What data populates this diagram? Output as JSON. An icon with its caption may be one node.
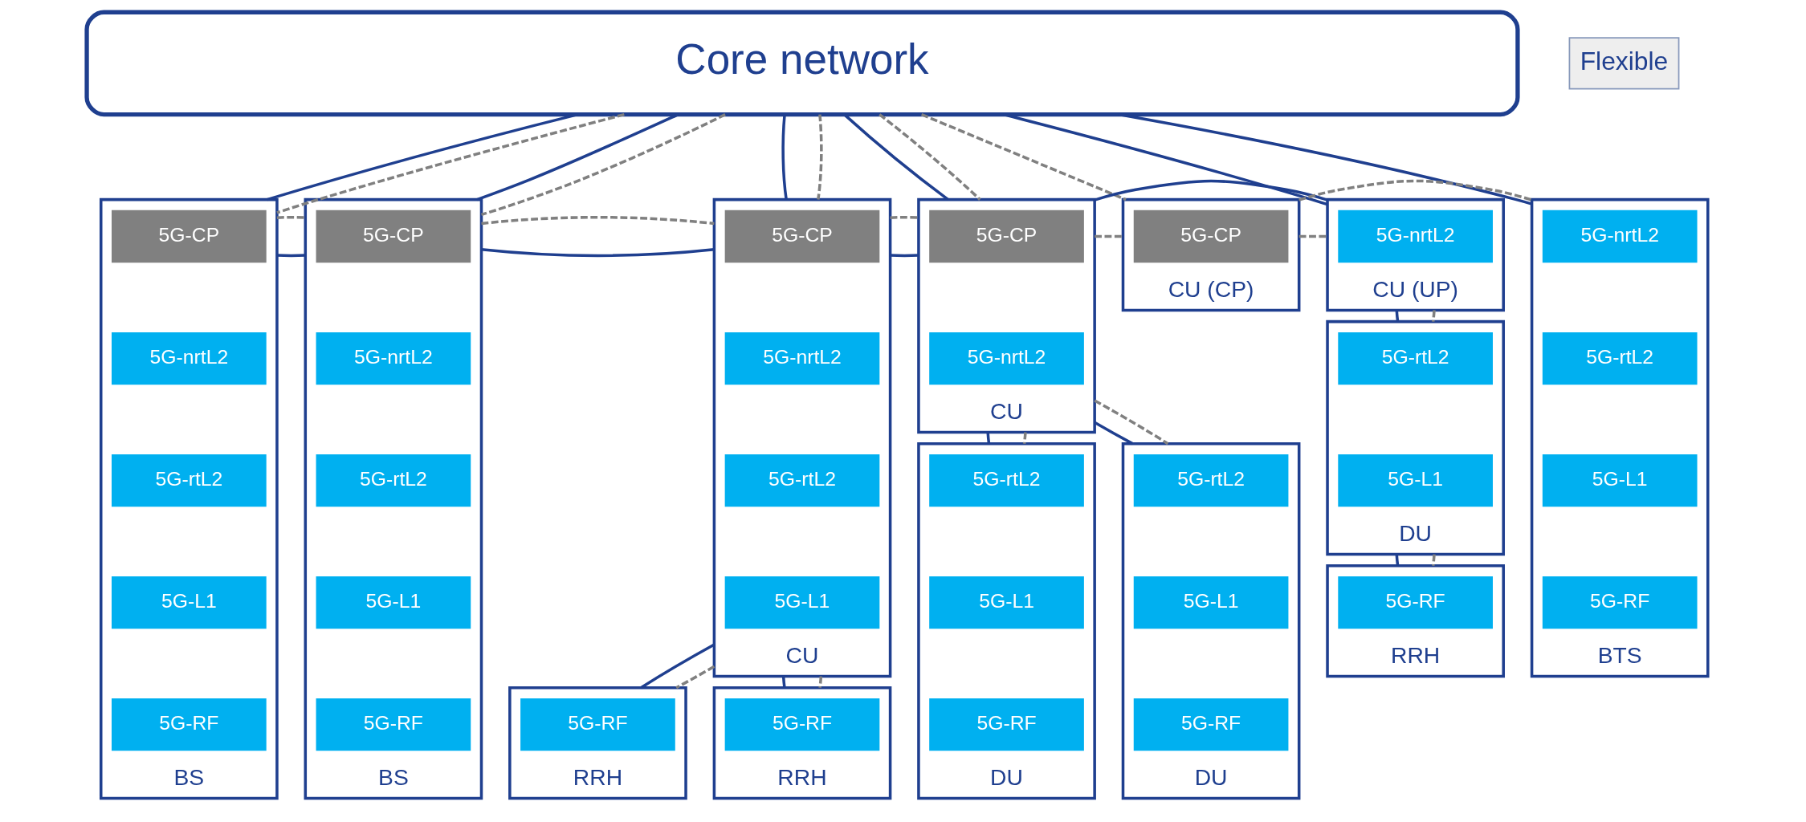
{
  "diagram": {
    "nodes": [
      {
        "text": [
          "Core network"
        ]
      },
      {
        "text": [],
        "shape": "box",
        "beside": [
          "BS"
        ]
      },
      {
        "text": [
          "5G-CP"
        ],
        "in": 1
      },
      {
        "text": [
          "5G-nrtL2"
        ],
        "in": 1
      },
      {
        "text": [
          "5G-rtL2"
        ],
        "in": 1
      },
      {
        "text": [
          "5G-L1"
        ],
        "in": 1
      },
      {
        "text": [
          "5G-RF"
        ],
        "in": 1
      },
      {
        "text": [],
        "shape": "box",
        "beside": [
          "BS"
        ]
      },
      {
        "text": [
          "5G-CP"
        ],
        "in": 7
      },
      {
        "text": [
          "5G-nrtL2"
        ],
        "in": 7
      },
      {
        "text": [
          "5G-rtL2"
        ],
        "in": 7
      },
      {
        "text": [
          "5G-L1"
        ],
        "in": 7
      },
      {
        "text": [
          "5G-RF"
        ],
        "in": 7
      },
      {
        "text": [],
        "shape": "box",
        "beside": [
          "CU"
        ]
      },
      {
        "text": [
          "5G-CP"
        ],
        "in": 13
      },
      {
        "text": [
          "5G-nrtL2"
        ],
        "in": 13
      },
      {
        "text": [
          "5G-rtL2"
        ],
        "in": 13
      },
      {
        "text": [
          "5G-L1"
        ],
        "in": 13
      },
      {
        "text": [],
        "shape": "box",
        "beside": [
          "RRH"
        ]
      },
      {
        "text": [
          "5G-RF"
        ],
        "in": 18
      },
      {
        "text": [],
        "shape": "box",
        "beside": [
          "RRH"
        ]
      },
      {
        "text": [
          "5G-RF"
        ],
        "in": 20
      },
      {
        "text": [],
        "shape": "box",
        "beside": [
          "CU"
        ]
      },
      {
        "text": [
          "5G-CP"
        ],
        "in": 22
      },
      {
        "text": [
          "5G-nrtL2"
        ],
        "in": 22
      },
      {
        "text": [],
        "shape": "box",
        "beside": [
          "DU"
        ]
      },
      {
        "text": [
          "5G-rtL2"
        ],
        "in": 25
      },
      {
        "text": [
          "5G-L1"
        ],
        "in": 25
      },
      {
        "text": [
          "5G-RF"
        ],
        "in": 25
      },
      {
        "text": [
          "Flexible"
        ]
      },
      {
        "text": [],
        "shape": "box",
        "beside": [
          "DU"
        ]
      },
      {
        "text": [
          "5G-rtL2"
        ],
        "in": 30
      },
      {
        "text": [
          "5G-L1"
        ],
        "in": 30
      },
      {
        "text": [
          "5G-RF"
        ],
        "in": 30
      },
      {
        "text": [],
        "shape": "box",
        "beside": [
          "CU (CP)"
        ]
      },
      {
        "text": [
          "5G-CP"
        ],
        "in": 34
      },
      {
        "text": [],
        "shape": "box",
        "beside": [
          "CU (UP)"
        ]
      },
      {
        "text": [
          "5G-nrtL2"
        ],
        "in": 36
      },
      {
        "text": [],
        "shape": "box",
        "beside": [
          "DU"
        ]
      },
      {
        "text": [
          "5G-rtL2"
        ],
        "in": 38
      },
      {
        "text": [
          "5G-L1"
        ],
        "in": 38
      },
      {
        "text": [],
        "shape": "box",
        "beside": [
          "RRH"
        ]
      },
      {
        "text": [
          "5G-RF"
        ],
        "in": 41
      },
      {
        "text": [],
        "shape": "box",
        "beside": [
          "BTS"
        ]
      },
      {
        "text": [
          "5G-nrtL2"
        ],
        "in": 43
      },
      {
        "text": [
          "5G-rtL2"
        ],
        "in": 43
      },
      {
        "text": [
          "5G-L1"
        ],
        "in": 43
      },
      {
        "text": [
          "5G-RF"
        ],
        "in": 43
      }
    ],
    "edges": [
      {
        "from": 0,
        "to": 1,
        "arrow": "none",
        "color": "#1f3f8f"
      },
      {
        "from": 0,
        "to": 1,
        "arrow": "none",
        "style": "dashed",
        "color": "#808080"
      },
      {
        "from": 0,
        "to": 7,
        "arrow": "none",
        "color": "#1f3f8f"
      },
      {
        "from": 0,
        "to": 7,
        "arrow": "none",
        "style": "dashed",
        "color": "#808080"
      },
      {
        "from": 0,
        "to": 13,
        "arrow": "none",
        "color": "#1f3f8f"
      },
      {
        "from": 0,
        "to": 13,
        "arrow": "none",
        "style": "dashed",
        "color": "#808080"
      },
      {
        "from": 0,
        "to": 22,
        "arrow": "none",
        "color": "#1f3f8f"
      },
      {
        "from": 0,
        "to": 22,
        "arrow": "none",
        "style": "dashed",
        "color": "#808080"
      },
      {
        "from": 0,
        "to": 36,
        "arrow": "none",
        "color": "#1f3f8f"
      },
      {
        "from": 0,
        "to": 34,
        "arrow": "none",
        "style": "dashed",
        "color": "#808080"
      },
      {
        "from": 0,
        "to": 43,
        "arrow": "none",
        "color": "#1f3f8f"
      },
      {
        "from": 1,
        "to": 7,
        "arrow": "none",
        "color": "#1f3f8f"
      },
      {
        "from": 1,
        "to": 7,
        "arrow": "none",
        "style": "dashed",
        "color": "#808080"
      },
      {
        "from": 7,
        "to": 13,
        "arrow": "none",
        "color": "#1f3f8f"
      },
      {
        "from": 7,
        "to": 13,
        "arrow": "none",
        "style": "dashed",
        "color": "#808080"
      },
      {
        "from": 13,
        "to": 22,
        "arrow": "none",
        "color": "#1f3f8f"
      },
      {
        "from": 13,
        "to": 22,
        "arrow": "none",
        "style": "dashed",
        "color": "#808080"
      },
      {
        "from": 22,
        "to": 34,
        "arrow": "none",
        "style": "dashed",
        "color": "#808080"
      },
      {
        "from": 22,
        "to": 36,
        "arrow": "none",
        "color": "#1f3f8f"
      },
      {
        "from": 34,
        "to": 36,
        "arrow": "none",
        "style": "dashed",
        "color": "#808080"
      },
      {
        "from": 34,
        "to": 43,
        "arrow": "none",
        "style": "dashed",
        "color": "#808080"
      },
      {
        "from": 13,
        "to": 18,
        "arrow": "none",
        "color": "#1f3f8f"
      },
      {
        "from": 13,
        "to": 18,
        "arrow": "none",
        "style": "dashed",
        "color": "#808080"
      },
      {
        "from": 13,
        "to": 20,
        "arrow": "none",
        "color": "#1f3f8f"
      },
      {
        "from": 13,
        "to": 20,
        "arrow": "none",
        "style": "dashed",
        "color": "#808080"
      },
      {
        "from": 22,
        "to": 25,
        "arrow": "none",
        "color": "#1f3f8f"
      },
      {
        "from": 22,
        "to": 25,
        "arrow": "none",
        "style": "dashed",
        "color": "#808080"
      },
      {
        "from": 22,
        "to": 30,
        "arrow": "none",
        "color": "#1f3f8f"
      },
      {
        "from": 22,
        "to": 30,
        "arrow": "none",
        "style": "dashed",
        "color": "#808080"
      },
      {
        "from": 36,
        "to": 38,
        "arrow": "none",
        "color": "#1f3f8f"
      },
      {
        "from": 36,
        "to": 38,
        "arrow": "none",
        "style": "dashed",
        "color": "#808080"
      },
      {
        "from": 38,
        "to": 41,
        "arrow": "none",
        "color": "#1f3f8f"
      },
      {
        "from": 38,
        "to": 41,
        "arrow": "none",
        "style": "dashed",
        "color": "#808080"
      }
    ]
  }
}
